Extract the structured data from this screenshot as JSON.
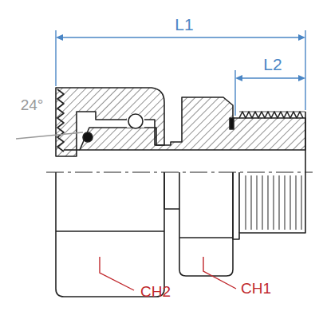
{
  "diagram": {
    "labels": [
      "L1",
      "L2",
      "24°",
      "CH2",
      "CH1"
    ]
  }
}
